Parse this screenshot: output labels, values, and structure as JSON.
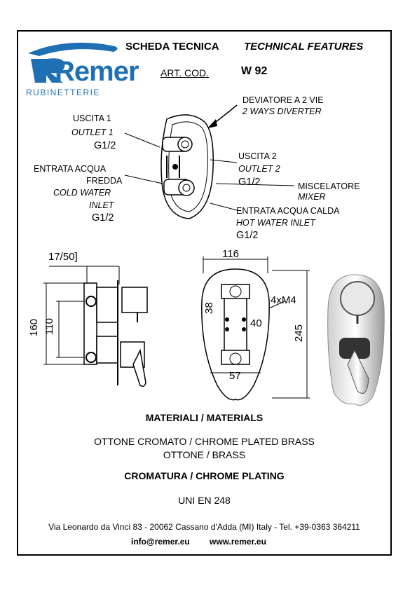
{
  "header": {
    "title_it": "SCHEDA TECNICA",
    "title_en": "TECHNICAL FEATURES",
    "art_label": "ART. COD.",
    "art_code": "W 92"
  },
  "logo": {
    "brand": "Remer",
    "sub": "RUBINETTERIE",
    "color": "#1f6fb5"
  },
  "labels": {
    "diverter_it": "DEVIATORE A 2 VIE",
    "diverter_en": "2 WAYS DIVERTER",
    "outlet1_it": "USCITA 1",
    "outlet1_en": "OUTLET 1",
    "outlet1_size": "G1/2",
    "cold_it_1": "ENTRATA ACQUA",
    "cold_it_2": "FREDDA",
    "cold_en_1": "COLD WATER",
    "cold_en_2": "INLET",
    "cold_size": "G1/2",
    "outlet2_it": "USCITA 2",
    "outlet2_en": "OUTLET 2",
    "outlet2_size": "G1/2",
    "mixer_it": "MISCELATORE",
    "mixer_en": "MIXER",
    "hot_it": "ENTRATA ACQUA CALDA",
    "hot_en": "HOT WATER INLET",
    "hot_size": "G1/2"
  },
  "dimensions": {
    "depth": "17/50]",
    "height_total": "160",
    "height_axis": "110",
    "width": "116",
    "screws": "4xM4",
    "d38": "38",
    "d40": "40",
    "plate_height": "245",
    "d57": "57"
  },
  "materials": {
    "heading": "MATERIALI / MATERIALS",
    "line1": "OTTONE CROMATO / CHROME PLATED BRASS",
    "line2": "OTTONE / BRASS",
    "plating": "CROMATURA / CHROME PLATING",
    "standard": "UNI EN 248"
  },
  "footer": {
    "address": "Via Leonardo da Vinci 83 - 20062 Cassano d'Adda (MI) Italy - Tel. +39-0363 364211",
    "email": "info@remer.eu",
    "web": "www.remer.eu"
  }
}
